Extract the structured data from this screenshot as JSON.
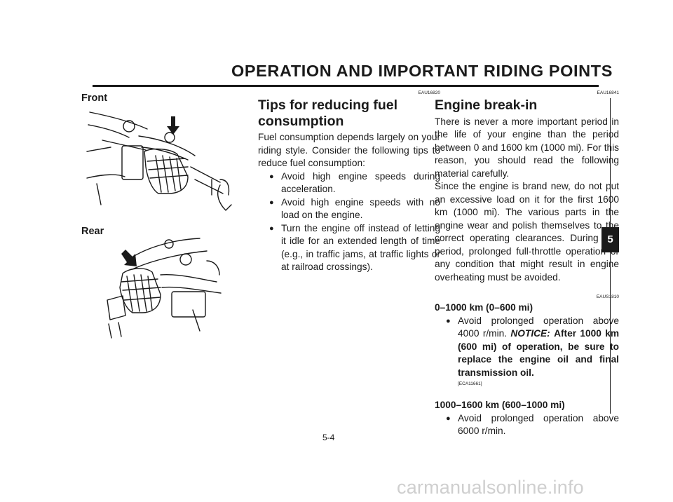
{
  "header": {
    "title": "OPERATION AND IMPORTANT RIDING POINTS"
  },
  "illustrations": {
    "front_label": "Front",
    "rear_label": "Rear"
  },
  "tips": {
    "code": "EAU16820",
    "heading": "Tips for reducing fuel consumption",
    "intro": "Fuel consumption depends largely on your riding style. Consider the following tips to reduce fuel consumption:",
    "bullets": [
      "Avoid high engine speeds during acceleration.",
      "Avoid high engine speeds with no load on the engine.",
      "Turn the engine off instead of letting it idle for an extended length of time (e.g., in traffic jams, at traffic lights or at railroad crossings)."
    ]
  },
  "breakin": {
    "code": "EAU16841",
    "heading": "Engine break-in",
    "para1": "There is never a more important period in the life of your engine than the period between 0 and 1600 km (1000 mi). For this reason, you should read the following material carefully.",
    "para2": "Since the engine is brand new, do not put an excessive load on it for the first 1600 km (1000 mi). The various parts in the engine wear and polish themselves to the correct operating clearances. During this period, prolonged full-throttle operation or any condition that might result in engine overheating must be avoided.",
    "code2": "EAUS1810",
    "stage1": {
      "title": "0–1000 km (0–600 mi)",
      "bullet": "Avoid prolonged operation above 4000 r/min.",
      "notice_label": "NOTICE:",
      "notice_text": "After 1000 km (600 mi) of operation, be sure to replace the engine oil and final transmission oil.",
      "notice_code": "[ECA11661]"
    },
    "stage2": {
      "title": "1000–1600 km (600–1000 mi)",
      "bullet": "Avoid prolonged operation above 6000 r/min."
    }
  },
  "page_number": "5-4",
  "chapter_tab": "5",
  "watermark": "carmanualsonline.info",
  "icons": {
    "bullet": "●"
  }
}
